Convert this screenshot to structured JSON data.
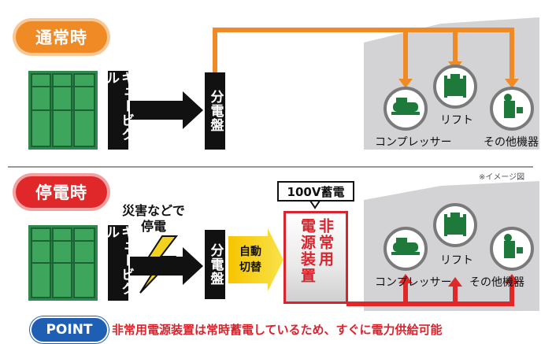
{
  "normal": {
    "badge": "通常時",
    "cubicle_label": "キュービクル",
    "panel_label": "分電盤",
    "devices": {
      "compressor": "コンプレッサー",
      "lift": "リフト",
      "other": "その他機器"
    }
  },
  "outage": {
    "badge": "停電時",
    "disaster_text": "災害などで停電",
    "cubicle_label": "キュービクル",
    "panel_label": "分電盤",
    "switch_label": "自動切替",
    "battery_label": "100V蓄電",
    "emergency_label_col1": "非常用",
    "emergency_label_col2": "電源装置",
    "devices": {
      "compressor": "コンプレッサー",
      "lift": "リフト",
      "other": "その他機器"
    }
  },
  "image_note": "※イメージ図",
  "point": {
    "badge": "POINT",
    "text": "非常用電源装置は常時蓄電しているため、すぐに電力供給可能"
  },
  "colors": {
    "orange": "#f08a24",
    "red": "#e0282a",
    "green": "#2e8a4a",
    "gray_building": "#d3d3d5",
    "point_blue": "#1e5fb4"
  }
}
